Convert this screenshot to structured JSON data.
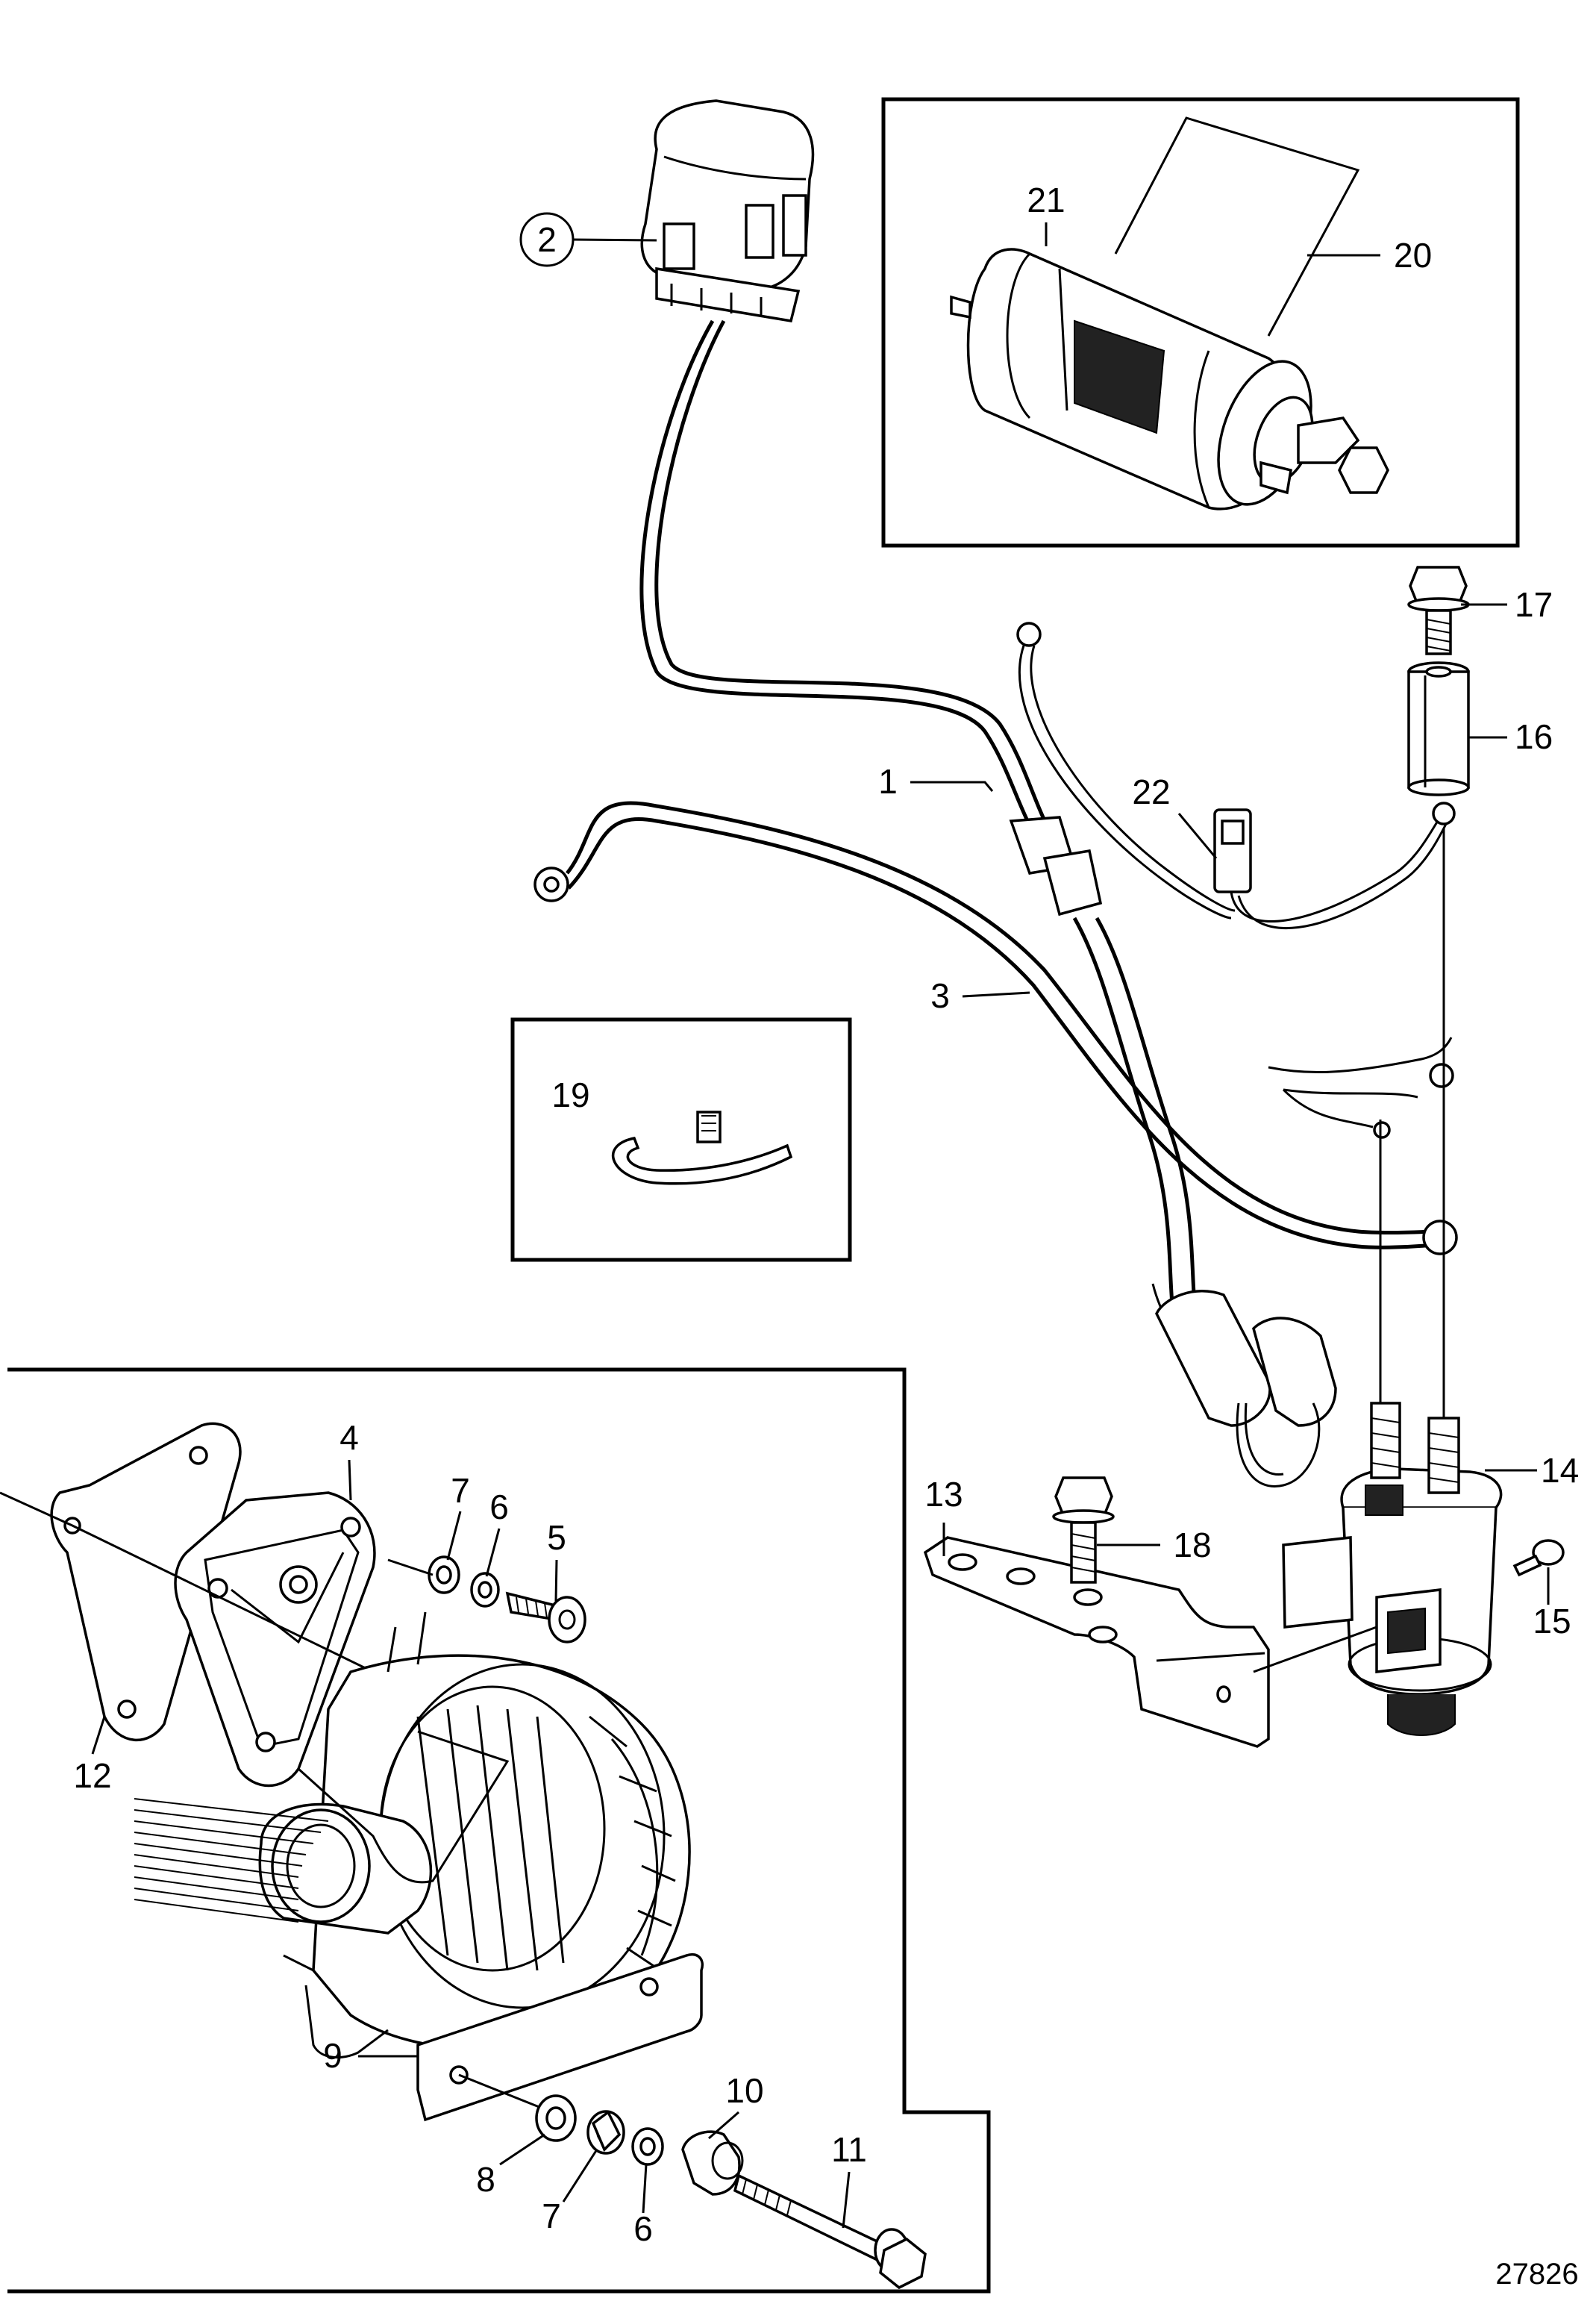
{
  "diagram": {
    "callouts": {
      "c1": "1",
      "c2": "2",
      "c3": "3",
      "c4": "4",
      "c5": "5",
      "c6a": "6",
      "c6b": "6",
      "c7a": "7",
      "c7b": "7",
      "c8": "8",
      "c9": "9",
      "c10": "10",
      "c11": "11",
      "c12": "12",
      "c13": "13",
      "c14": "14",
      "c15": "15",
      "c16": "16",
      "c17": "17",
      "c18": "18",
      "c19": "19",
      "c20": "20",
      "c21": "21",
      "c22": "22"
    },
    "reference_number": "27826"
  }
}
